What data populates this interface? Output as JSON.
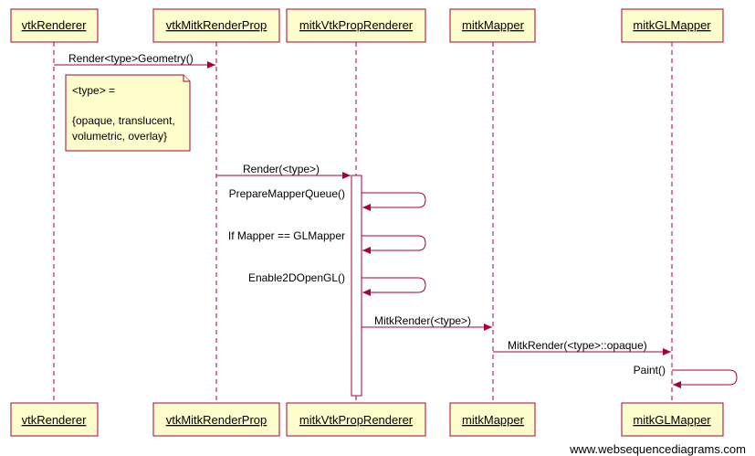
{
  "participants": [
    {
      "id": "vtkRenderer",
      "label": "vtkRenderer"
    },
    {
      "id": "vtkMitkRenderProp",
      "label": "vtkMitkRenderProp"
    },
    {
      "id": "mitkVtkPropRenderer",
      "label": "mitkVtkPropRenderer"
    },
    {
      "id": "mitkMapper",
      "label": "mitkMapper"
    },
    {
      "id": "mitkGLMapper",
      "label": "mitkGLMapper"
    }
  ],
  "messages": [
    {
      "from": "vtkRenderer",
      "to": "vtkMitkRenderProp",
      "label": "Render<type>Geometry()"
    },
    {
      "from": "vtkMitkRenderProp",
      "to": "mitkVtkPropRenderer",
      "label": "Render(<type>)"
    },
    {
      "from": "mitkVtkPropRenderer",
      "to": "mitkVtkPropRenderer",
      "label": "PrepareMapperQueue()"
    },
    {
      "from": "mitkVtkPropRenderer",
      "to": "mitkVtkPropRenderer",
      "label": "If Mapper == GLMapper"
    },
    {
      "from": "mitkVtkPropRenderer",
      "to": "mitkVtkPropRenderer",
      "label": "Enable2DOpenGL()"
    },
    {
      "from": "mitkVtkPropRenderer",
      "to": "mitkMapper",
      "label": "MitkRender(<type>)"
    },
    {
      "from": "mitkMapper",
      "to": "mitkGLMapper",
      "label": "MitkRender(<type>::opaque)"
    },
    {
      "from": "mitkGLMapper",
      "to": "mitkGLMapper",
      "label": "Paint()"
    }
  ],
  "note": {
    "lines": [
      "<type> =",
      "",
      "{opaque, translucent,",
      "volumetric, overlay}"
    ]
  },
  "watermark": "www.websequencediagrams.com",
  "colors": {
    "stroke": "#a80036",
    "fill": "#fefecc"
  }
}
